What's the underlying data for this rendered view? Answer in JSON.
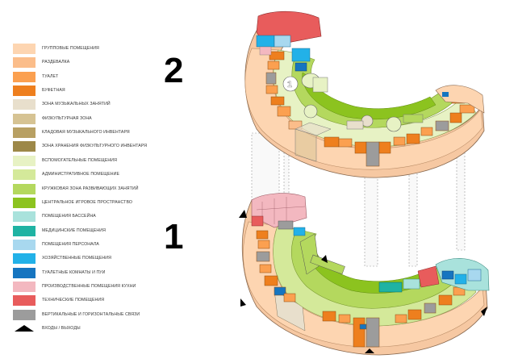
{
  "floors": {
    "upper": "2",
    "lower": "1"
  },
  "legend": [
    {
      "label": "ГРУППОВЫЕ ПОМЕЩЕНИЯ",
      "color": "#fdd5b1",
      "type": "swatch"
    },
    {
      "label": "РАЗДЕВАЛКА",
      "color": "#fbbd8a",
      "type": "swatch"
    },
    {
      "label": "ТУАЛЕТ",
      "color": "#fba050",
      "type": "swatch"
    },
    {
      "label": "БУФЕТНАЯ",
      "color": "#ee7f1e",
      "type": "swatch"
    },
    {
      "label": "ЗОНА МУЗЫКАЛЬНЫХ ЗАНЯТИЙ",
      "color": "#e8dfcc",
      "type": "swatch"
    },
    {
      "label": "ФИЗКУЛЬТУРНАЯ ЗОНА",
      "color": "#d6c393",
      "type": "swatch"
    },
    {
      "label": "КЛАДОВАЯ МУЗЫКАЛЬНОГО ИНВЕНТАРЯ",
      "color": "#b8a063",
      "type": "swatch"
    },
    {
      "label": "ЗОНА ХРАНЕНИЯ ФИЗКУЛЬТУРНОГО ИНВЕНТАРЯ",
      "color": "#9d8848",
      "type": "swatch"
    },
    {
      "label": "ВСПОМОГАТЕЛЬНЫЕ ПОМЕЩЕНИЯ",
      "color": "#e7f2c4",
      "type": "swatch"
    },
    {
      "label": "АДМИНИСТРАТИВНОЕ ПОМЕЩЕНИЕ",
      "color": "#d4e99a",
      "type": "swatch"
    },
    {
      "label": "КРУЖКОВАЯ ЗОНА РАЗВИВАЮЩИХ ЗАНЯТИЙ",
      "color": "#b4d85e",
      "type": "swatch"
    },
    {
      "label": "ЦЕНТРАЛЬНОЕ ИГРОВОЕ ПРОСТРАНСТВО",
      "color": "#8cc31f",
      "type": "swatch"
    },
    {
      "label": "ПОМЕЩЕНИЯ БАССЕЙНА",
      "color": "#a9e2dc",
      "type": "swatch"
    },
    {
      "label": "МЕДИЦИНСКИЕ ПОМЕЩЕНИЯ",
      "color": "#1fb3a3",
      "type": "swatch"
    },
    {
      "label": "ПОМЕЩЕНИЯ ПЕРСОНАЛА",
      "color": "#a8d8ef",
      "type": "swatch"
    },
    {
      "label": "ХОЗЯЙСТВЕННЫЕ ПОМЕЩЕНИЯ",
      "color": "#22b1e8",
      "type": "swatch"
    },
    {
      "label": "ТУАЛЕТНЫЕ КОМНАТЫ И ПУИ",
      "color": "#1675c0",
      "type": "swatch"
    },
    {
      "label": "ПРОИЗВОДСТВЕННЫЕ ПОМЕЩЕНИЯ КУХНИ",
      "color": "#f3b8c0",
      "type": "swatch"
    },
    {
      "label": "ТЕХНИЧЕСКИЕ ПОМЕЩЕНИЯ",
      "color": "#e85c5c",
      "type": "swatch"
    },
    {
      "label": "ВЕРТИКАЛЬНЫЕ И ГОРИЗОНТАЛЬНЫЕ СВЯЗИ",
      "color": "#9c9c9c",
      "type": "swatch"
    },
    {
      "label": "ВХОДЫ / ВЫХОДЫ",
      "color": "#000000",
      "type": "arrow"
    }
  ],
  "plan_labels": {
    "upper_room_number": "1"
  }
}
